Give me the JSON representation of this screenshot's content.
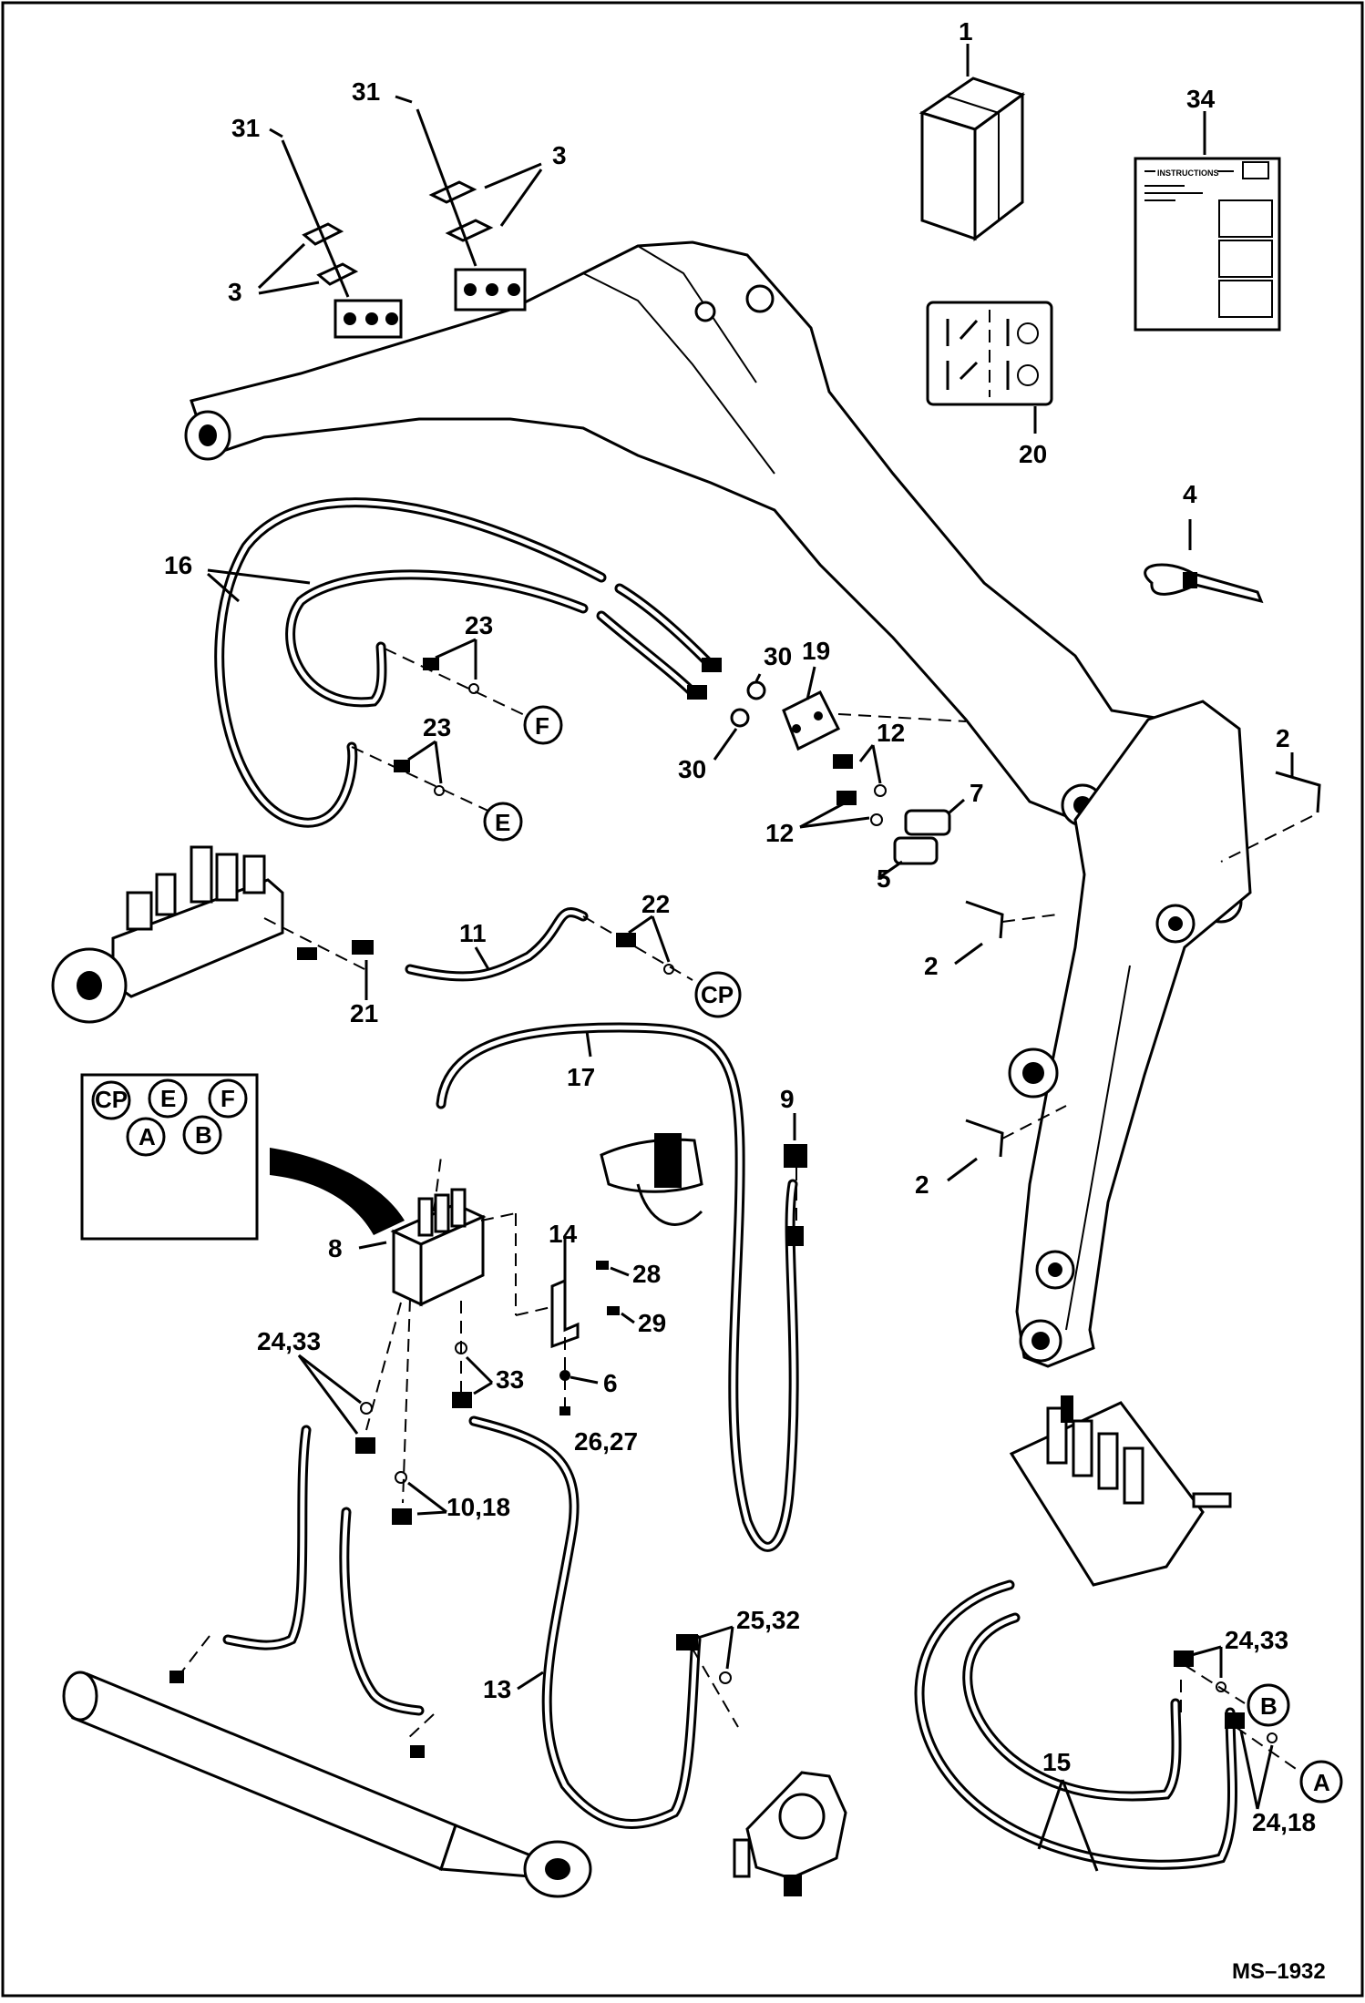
{
  "diagram_id": "MS–1932",
  "callouts": {
    "c1": "1",
    "c2a": "2",
    "c2b": "2",
    "c2c": "2",
    "c3a": "3",
    "c3b": "3",
    "c4": "4",
    "c5": "5",
    "c6": "6",
    "c7": "7",
    "c8": "8",
    "c9": "9",
    "c10_18": "10,18",
    "c11": "11",
    "c12a": "12",
    "c12b": "12",
    "c13": "13",
    "c14": "14",
    "c15": "15",
    "c16": "16",
    "c17": "17",
    "c19": "19",
    "c20": "20",
    "c21": "21",
    "c22": "22",
    "c23a": "23",
    "c23b": "23",
    "c24_33a": "24,33",
    "c24_33b": "24,33",
    "c24_18": "24,18",
    "c25_32": "25,32",
    "c26_27": "26,27",
    "c28": "28",
    "c29": "29",
    "c30a": "30",
    "c30b": "30",
    "c31a": "31",
    "c31b": "31",
    "c33": "33",
    "c34": "34"
  },
  "port_labels": {
    "f": "F",
    "e": "E",
    "cp": "CP",
    "b": "B",
    "a": "A"
  },
  "legend_box": {
    "cp": "CP",
    "e": "E",
    "f": "F",
    "a": "A",
    "b": "B"
  },
  "instructions_sheet": {
    "title": "INSTRUCTIONS"
  },
  "icons": [
    "parts-box-icon",
    "instructions-sheet-icon",
    "decal-icon",
    "cable-tie-icon",
    "switch-icon",
    "hydraulic-cylinder-icon",
    "control-valve-icon",
    "pump-icon",
    "accumulator-valve-icon",
    "solenoid-valve-icon",
    "wiring-harness-icon"
  ]
}
